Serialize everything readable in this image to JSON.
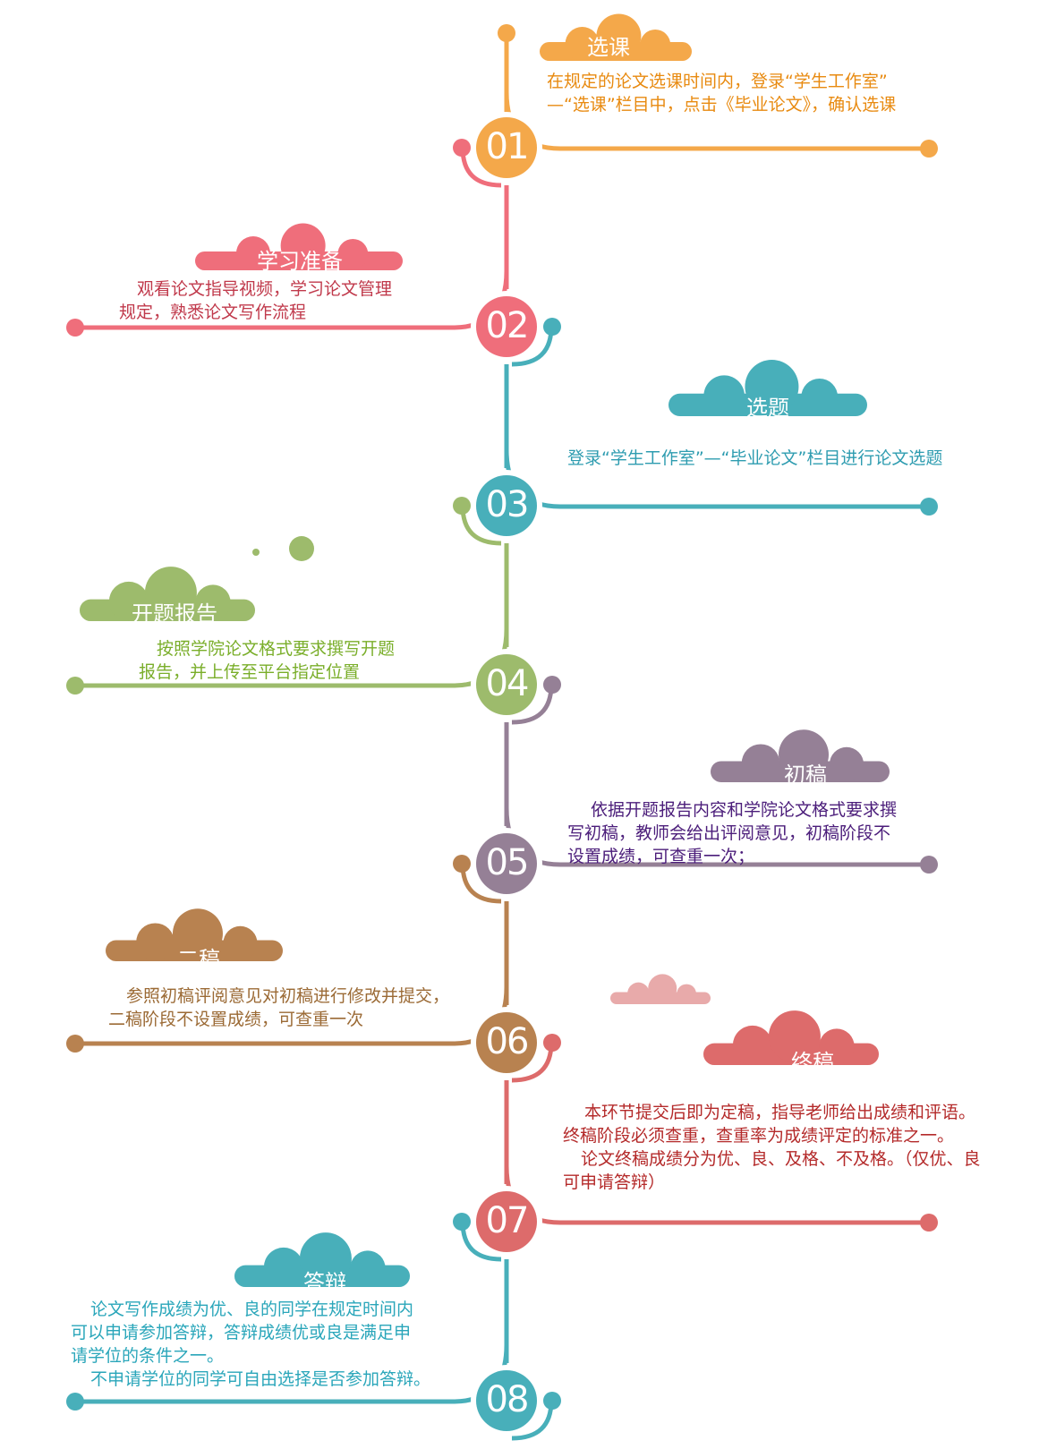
{
  "colors": {
    "orange": "#F4A84A",
    "pink": "#EF6E7B",
    "teal": "#48AFBA",
    "green": "#9DBB6C",
    "purple": "#958096",
    "brown": "#B88250",
    "red": "#DD6B6B",
    "lightpink": "#E8AAAA",
    "text_orange": "#E88A10",
    "text_pink": "#C0394B",
    "text_teal": "#2E9CB0",
    "text_green": "#7AAE2A",
    "text_purple": "#4B1D7A",
    "text_brown": "#9B6A35",
    "text_red": "#B42A2A",
    "text_teal2": "#2AA6BA"
  },
  "steps": [
    {
      "number": "01",
      "title": "选课",
      "lines": [
        "在规定的论文选课时间内，登录“学生工作室”",
        "—“选课”栏目中，点击《毕业论文》，确认选课"
      ]
    },
    {
      "number": "02",
      "title": "学习准备",
      "lines": [
        "观看论文指导视频，学习论文管理",
        "规定，熟悉论文写作流程"
      ]
    },
    {
      "number": "03",
      "title": "选题",
      "lines": [
        "登录“学生工作室”—“毕业论文”栏目进行论文选题"
      ]
    },
    {
      "number": "04",
      "title": "开题报告",
      "lines": [
        "按照学院论文格式要求撰写开题",
        "报告，并上传至平台指定位置"
      ]
    },
    {
      "number": "05",
      "title": "初稿",
      "lines": [
        "依据开题报告内容和学院论文格式要求撰",
        "写初稿，教师会给出评阅意见，初稿阶段不",
        "设置成绩，可查重一次；"
      ]
    },
    {
      "number": "06",
      "title": "二稿",
      "lines": [
        "参照初稿评阅意见对初稿进行修改并提交，",
        "二稿阶段不设置成绩，可查重一次"
      ]
    },
    {
      "number": "07",
      "title": "终稿",
      "lines": [
        "本环节提交后即为定稿，指导老师给出成绩和评语。",
        "终稿阶段必须查重，查重率为成绩评定的标准之一。",
        "论文终稿成绩分为优、良、及格、不及格。（仅优、良",
        "可申请答辩）"
      ]
    },
    {
      "number": "08",
      "title": "答辩",
      "lines": [
        "论文写作成绩为优、良的同学在规定时间内",
        "可以申请参加答辩，答辩成绩优或良是满足申",
        "请学位的条件之一。",
        "不申请学位的同学可自由选择是否参加答辩。"
      ]
    }
  ]
}
